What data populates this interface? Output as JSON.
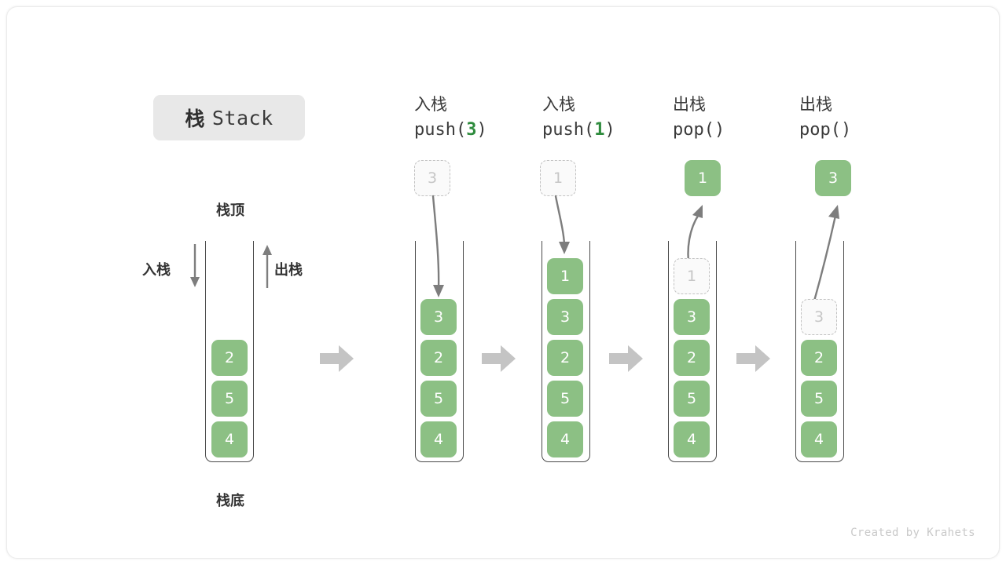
{
  "figure": {
    "title_cn": "栈",
    "title_en": "Stack",
    "credit": "Created by Krahets",
    "labels": {
      "top": "栈顶",
      "bottom": "栈底",
      "push": "入栈",
      "pop": "出栈"
    },
    "colors": {
      "element_fill": "#8cc084",
      "element_text": "#ffffff",
      "ghost_fill": "#fafafa",
      "ghost_border": "#c2c2c2",
      "ghost_text": "#c6c6c6",
      "frame_line": "#4a4a4a",
      "arrow_gray": "#7d7d7d",
      "block_arrow": "#c4c4c4",
      "badge_bg": "#e8e8e8",
      "code_arg": "#2e8b3d"
    }
  },
  "stages": [
    {
      "id": "initial",
      "op_cn": "",
      "op_code": "",
      "op_arg": "",
      "elements": [
        "2",
        "5",
        "4"
      ],
      "ghost_index": -1,
      "floating": null
    },
    {
      "id": "push-3",
      "op_cn": "入栈",
      "op_code_prefix": "push(",
      "op_arg": "3",
      "op_code_suffix": ")",
      "elements": [
        "3",
        "2",
        "5",
        "4"
      ],
      "ghost_index": -1,
      "floating": {
        "value": "3",
        "style": "ghost"
      }
    },
    {
      "id": "push-1",
      "op_cn": "入栈",
      "op_code_prefix": "push(",
      "op_arg": "1",
      "op_code_suffix": ")",
      "elements": [
        "1",
        "3",
        "2",
        "5",
        "4"
      ],
      "ghost_index": -1,
      "floating": {
        "value": "1",
        "style": "ghost"
      }
    },
    {
      "id": "pop-1",
      "op_cn": "出栈",
      "op_code_prefix": "pop(",
      "op_arg": "",
      "op_code_suffix": ")",
      "elements": [
        "1",
        "3",
        "2",
        "5",
        "4"
      ],
      "ghost_index": 0,
      "floating": {
        "value": "1",
        "style": "solid"
      }
    },
    {
      "id": "pop-3",
      "op_cn": "出栈",
      "op_code_prefix": "pop(",
      "op_arg": "",
      "op_code_suffix": ")",
      "elements": [
        "3",
        "2",
        "5",
        "4"
      ],
      "ghost_index": 0,
      "floating": {
        "value": "3",
        "style": "solid"
      }
    }
  ]
}
